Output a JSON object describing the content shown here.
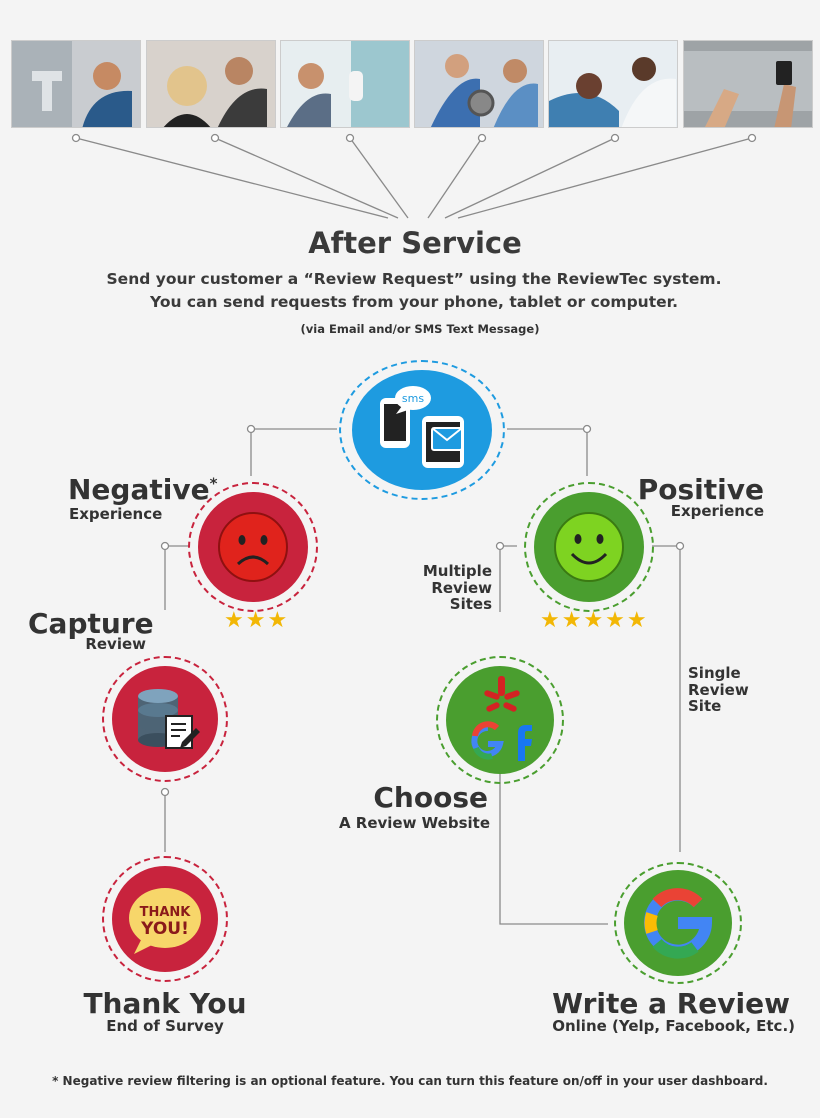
{
  "header": {
    "title": "After Service",
    "line1": "Send your customer a “Review Request” using the ReviewTec system.",
    "line2": "You can send requests from your phone, tablet or computer.",
    "note": "(via Email and/or SMS Text Message)"
  },
  "photos": [
    {
      "subject": "plumber",
      "color": "#5b6b7a"
    },
    {
      "subject": "hair-stylist",
      "color": "#7a6a5a"
    },
    {
      "subject": "painter",
      "color": "#8fb0b8"
    },
    {
      "subject": "auto-mechanic",
      "color": "#4f6f9a"
    },
    {
      "subject": "dentist",
      "color": "#4b86a6"
    },
    {
      "subject": "retail-counter",
      "color": "#6b6b6b"
    }
  ],
  "center_icon": {
    "sms_text": "sms",
    "color": "#1e9be0"
  },
  "negative": {
    "title": "Negative",
    "asterisk": "*",
    "subtitle": "Experience",
    "stars": "★★★",
    "color": "#c8233d"
  },
  "positive": {
    "title": "Positive",
    "subtitle": "Experience",
    "stars": "★★★★★",
    "color": "#4a9e2f"
  },
  "capture": {
    "title": "Capture",
    "subtitle": "Review"
  },
  "thank_you": {
    "badge_line1": "THANK",
    "badge_line2": "YOU!",
    "title": "Thank You",
    "subtitle": "End of Survey"
  },
  "multiple_sites": {
    "line1": "Multiple",
    "line2": "Review",
    "line3": "Sites"
  },
  "single_site": {
    "line1": "Single",
    "line2": "Review",
    "line3": "Site"
  },
  "choose": {
    "title": "Choose",
    "subtitle": "A Review Website"
  },
  "write": {
    "title": "Write a Review",
    "subtitle": "Online (Yelp, Facebook, Etc.)"
  },
  "footnote": "* Negative review filtering is an optional feature.  You can turn this feature on/off in your user dashboard."
}
